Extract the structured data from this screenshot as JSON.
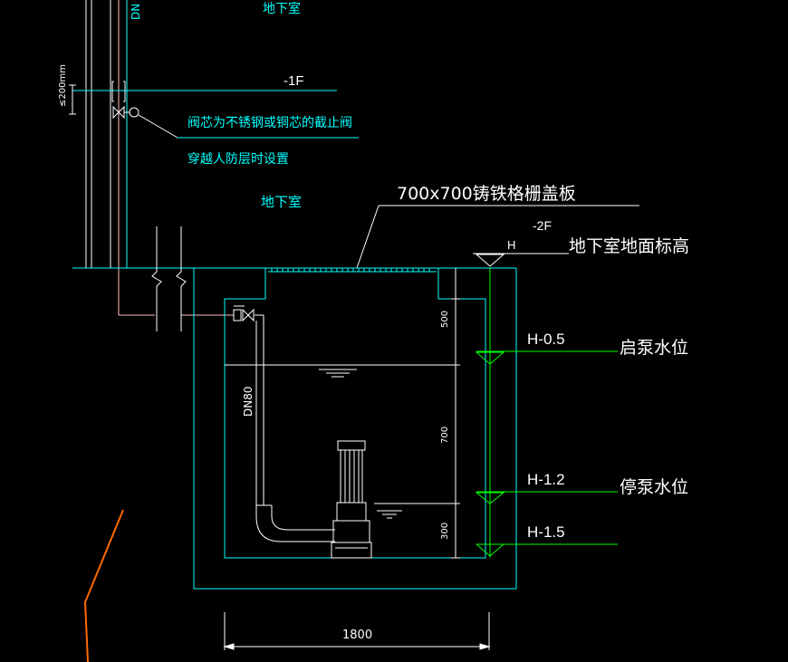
{
  "colors": {
    "background": "#000000",
    "cyan": "#00ffff",
    "white": "#ffffff",
    "green": "#00ff00",
    "pink": "#ffbfbf",
    "orange": "#ff6a00"
  },
  "labels": {
    "top_dn": "DN",
    "top_basement": "地下室",
    "floor_1f": "-1F",
    "dim_200": "≤200mm",
    "note_line1": "阀芯为不锈钢或铜芯的截止阀",
    "note_line2": "穿越人防层时设置",
    "basement": "地下室",
    "cover_plate": "700x700铸铁格栅盖板",
    "floor_2f": "-2F",
    "h_mark": "H",
    "floor_level": "地下室地面标高",
    "pipe_dn80": "DN80",
    "dim_500": "500",
    "dim_700": "700",
    "dim_300": "300",
    "level_start": "H-0.5",
    "start_pump_level": "启泵水位",
    "level_stop": "H-1.2",
    "stop_pump_level": "停泵水位",
    "level_bottom": "H-1.5",
    "width_1800": "1800"
  },
  "icons": {
    "valve": "gate-valve-icon",
    "check_valve": "check-valve-icon",
    "pump": "submersible-pump-icon",
    "water_level": "water-level-symbol-icon",
    "elevation": "elevation-triangle-icon"
  }
}
